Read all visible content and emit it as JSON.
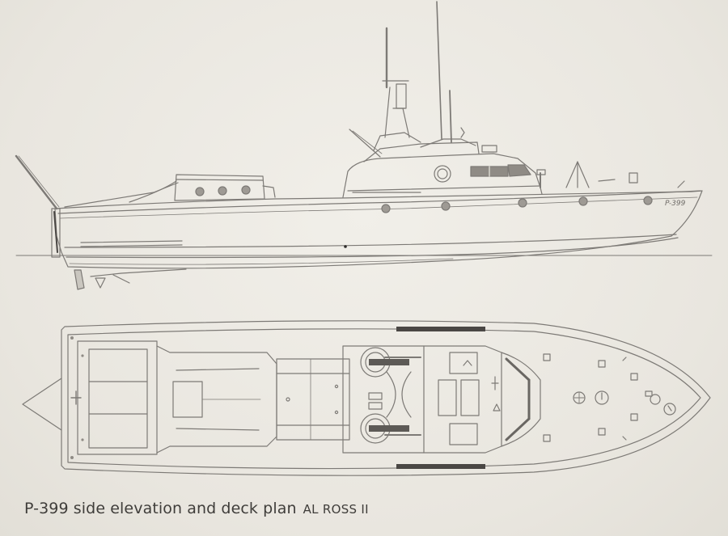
{
  "caption": {
    "title": "P-399 side elevation and deck plan",
    "credit": "AL ROSS II"
  },
  "side_elevation": {
    "hull_number": "P-399"
  },
  "colors": {
    "paper": "#ece9e2",
    "line": "#7d7a76",
    "dark_line": "#4a4744",
    "text": "#3f3d3a"
  }
}
